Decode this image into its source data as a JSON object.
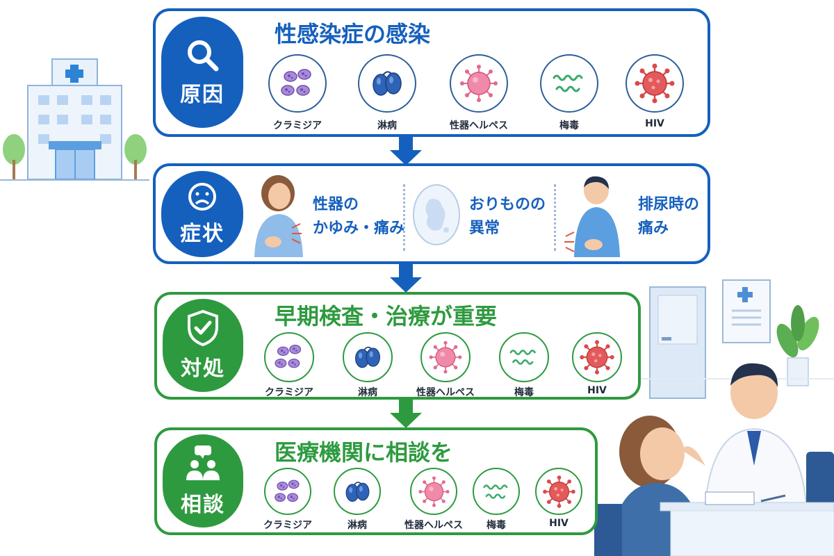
{
  "stages": {
    "cause": {
      "badge": "原因",
      "title": "性感染症の感染"
    },
    "symptom": {
      "badge": "症状"
    },
    "action": {
      "badge": "対処",
      "title": "早期検査・治療が重要"
    },
    "consult": {
      "badge": "相談",
      "title": "医療機関に相談を"
    }
  },
  "pathogens": [
    "クラミジア",
    "淋病",
    "性器ヘルペス",
    "梅毒",
    "HIV"
  ],
  "symptoms": {
    "itch": [
      "性器の",
      "かゆみ・痛み"
    ],
    "discharge": [
      "おりものの",
      "異常"
    ],
    "urination": [
      "排尿時の",
      "痛み"
    ]
  },
  "colors": {
    "blue": "#1560bd",
    "green": "#2e9a3f"
  },
  "icons": {
    "cause": "magnifier-icon",
    "symptom": "sad-face-icon",
    "action": "shield-check-icon",
    "consult": "people-chat-icon"
  }
}
